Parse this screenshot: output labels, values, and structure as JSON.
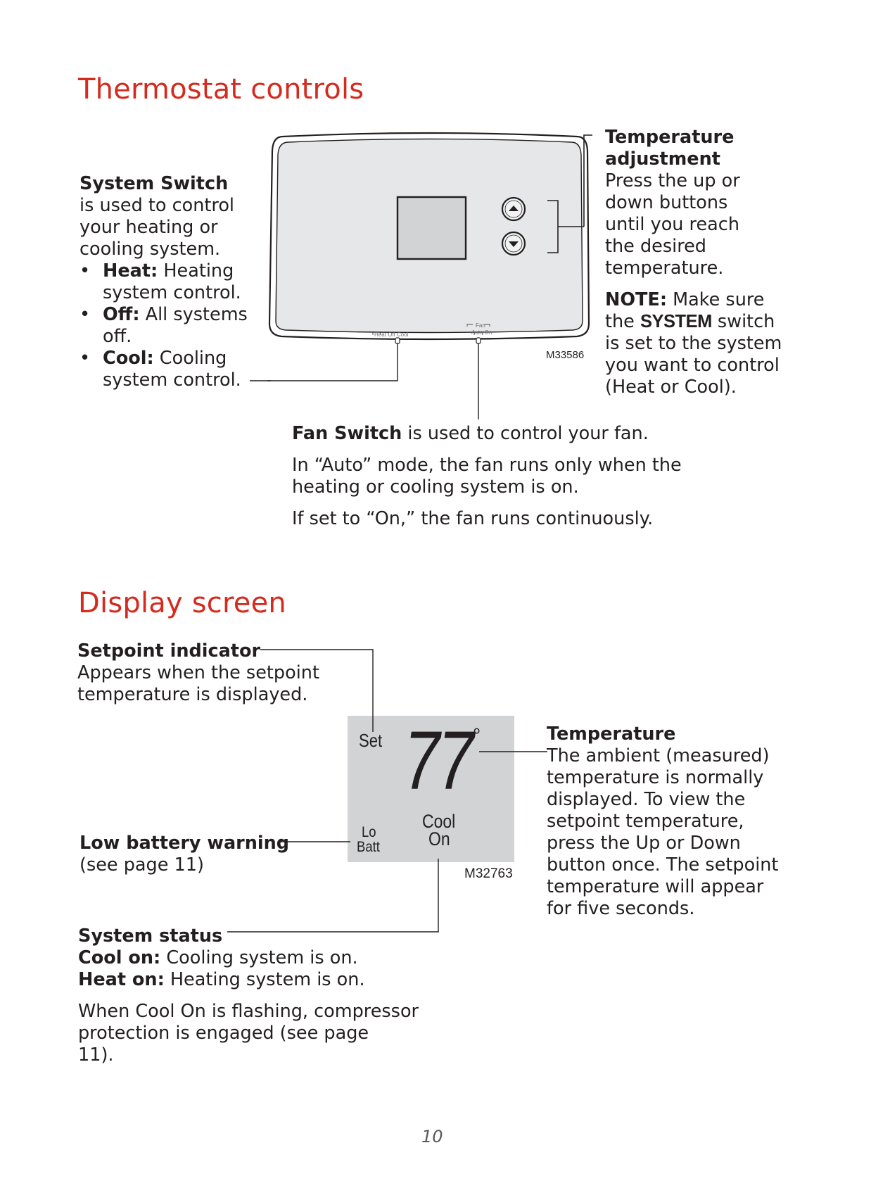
{
  "section1": {
    "title": "Thermostat controls",
    "system_switch": {
      "heading": "System Switch",
      "intro_lines": [
        "is used to control",
        "your heating or",
        "cooling system."
      ],
      "bullets": [
        {
          "label": "Heat:",
          "line1": " Heating",
          "line2": "system control."
        },
        {
          "label": "Off:",
          "line1": " All systems",
          "line2": "off."
        },
        {
          "label": "Cool:",
          "line1": " Cooling",
          "line2": "system control."
        }
      ]
    },
    "temp_adjust": {
      "heading_lines": [
        "Temperature",
        "adjustment"
      ],
      "body_lines": [
        "Press the up or",
        "down buttons",
        "until you reach",
        "the desired",
        "temperature."
      ],
      "note_label": "NOTE:",
      "note_line1": " Make sure",
      "note_line2_pre": "the ",
      "note_system": "SYSTEM",
      "note_line2_post": " switch",
      "note_rest_lines": [
        "is set to the system",
        "you want to control",
        "(Heat or Cool)."
      ]
    },
    "fan_switch": {
      "heading": "Fan Switch",
      "heading_rest": " is used to control your fan.",
      "para2_lines": [
        "In “Auto” mode, the fan runs only when the",
        "heating or cooling system is on."
      ],
      "para3": "If set to “On,” the fan runs continuously."
    },
    "device": {
      "system_label": "Heat  Off  Cool",
      "fan_label": "Fan",
      "fan_options": "Auto On",
      "model": "M33586"
    }
  },
  "section2": {
    "title": "Display screen",
    "setpoint": {
      "heading": "Setpoint indicator",
      "body_lines": [
        "Appears when the setpoint",
        "temperature is displayed."
      ]
    },
    "low_battery": {
      "heading": "Low battery warning",
      "body": "(see page 11)"
    },
    "temperature": {
      "heading": "Temperature",
      "body_lines": [
        "The ambient (measured)",
        "temperature is normally",
        "displayed. To view the",
        "setpoint temperature,",
        "press the Up or Down",
        "button once. The setpoint",
        "temperature will appear",
        "for five seconds."
      ]
    },
    "system_status": {
      "heading": "System status",
      "cool_label": "Cool on:",
      "cool_text": " Cooling system is on.",
      "heat_label": "Heat on:",
      "heat_text": " Heating system is on.",
      "para_lines": [
        "When Cool On is flashing, compressor",
        "protection is engaged (see page",
        "11)."
      ]
    },
    "lcd": {
      "set": "Set",
      "temp": "77",
      "degree": "°",
      "lo": "Lo",
      "batt": "Batt",
      "cool": "Cool",
      "on": "On",
      "model": "M32763"
    }
  },
  "page_number": "10"
}
